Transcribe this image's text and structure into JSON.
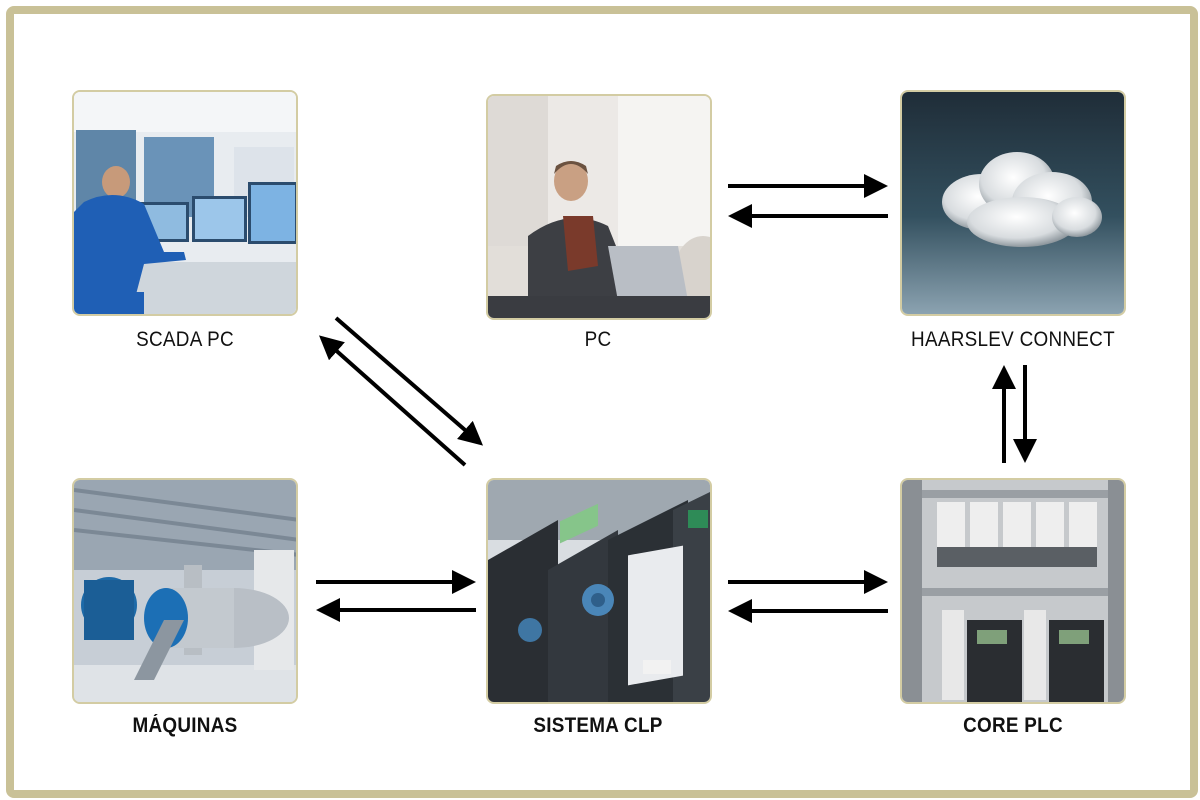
{
  "nodes": {
    "scada_pc": {
      "label": "SCADA PC"
    },
    "pc": {
      "label": "PC"
    },
    "haarslev_connect": {
      "label": "HAARSLEV CONNECT"
    },
    "maquinas": {
      "label": "MÁQUINAS"
    },
    "sistema_clp": {
      "label": "SISTEMA CLP"
    },
    "core_plc": {
      "label": "CORE PLC"
    }
  },
  "edges": [
    {
      "from": "pc",
      "to": "haarslev_connect",
      "bidirectional": true
    },
    {
      "from": "scada_pc",
      "to": "sistema_clp",
      "bidirectional": true
    },
    {
      "from": "haarslev_connect",
      "to": "core_plc",
      "bidirectional": true
    },
    {
      "from": "maquinas",
      "to": "sistema_clp",
      "bidirectional": true
    },
    {
      "from": "sistema_clp",
      "to": "core_plc",
      "bidirectional": true
    }
  ],
  "colors": {
    "border": "#c9c197",
    "arrow": "#000000"
  }
}
